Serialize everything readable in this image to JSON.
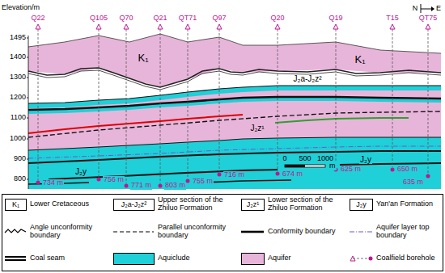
{
  "diagram": {
    "labels": [
      "Elevation/m",
      "1495",
      "1400",
      "1300",
      "1200",
      "1100",
      "1000",
      "900",
      "800",
      "Q22",
      "Q105",
      "Q70",
      "Q21",
      "QT71",
      "Q97",
      "Q20",
      "Q19",
      "T15",
      "QT75",
      "734 m",
      "756 m",
      "771 m",
      "803 m",
      "755 m",
      "716 m",
      "674 m",
      "625 m",
      "650 m",
      "635 m",
      "K₁",
      "K₁",
      "J₂a-J₂z²",
      "J₂z¹",
      "J₂y",
      "J₂y",
      "0",
      "500",
      "1000",
      "m",
      "N",
      "E",
      "K₁",
      "J₂a-J₂z²",
      "J₂z¹",
      "J₂y"
    ],
    "legend": [
      {
        "text": "Lower Cretaceous"
      },
      {
        "text": "Upper section of the Zhiluo Formation"
      },
      {
        "text": "Lower section of the Zhiluo Formation"
      },
      {
        "text": "Yan'an Formation"
      },
      {
        "text": "Angle unconformity boundary"
      },
      {
        "text": "Parallel unconformity boundary"
      },
      {
        "text": "Conformity boundary"
      },
      {
        "text": "Aquifer layer top boundary"
      },
      {
        "text": "Coal seam"
      },
      {
        "text": "Aquiclude",
        "color": "#1fd0d8"
      },
      {
        "text": "Aquifer",
        "color": "#e8b5da"
      },
      {
        "text": "Coalfield borehole"
      }
    ]
  }
}
